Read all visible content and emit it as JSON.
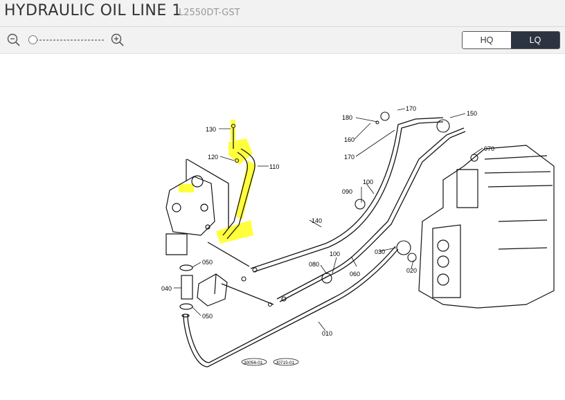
{
  "header": {
    "title": "HYDRAULIC OIL LINE 1",
    "model": "L2550DT-GST"
  },
  "toolbar": {
    "zoom_out_icon": "zoom-out-icon",
    "zoom_in_icon": "zoom-in-icon",
    "zoom_level": 0,
    "quality": {
      "hq_label": "HQ",
      "lq_label": "LQ",
      "selected": "LQ"
    },
    "selected_color": "#2c3441"
  },
  "diagram": {
    "highlight_color": "#ffff33",
    "callouts": {
      "c010": "010",
      "c020": "020",
      "c030": "030",
      "c040": "040",
      "c050a": "050",
      "c050b": "050",
      "c060": "060",
      "c070": "070",
      "c080": "080",
      "c090": "090",
      "c100a": "100",
      "c100b": "100",
      "c110": "110",
      "c120": "120",
      "c130": "130",
      "c140": "140",
      "c150": "150",
      "c160": "160",
      "c170a": "170",
      "c170b": "170",
      "c180": "180"
    },
    "stamps": {
      "s1": "30056-01",
      "s2": "J0715-01"
    }
  }
}
